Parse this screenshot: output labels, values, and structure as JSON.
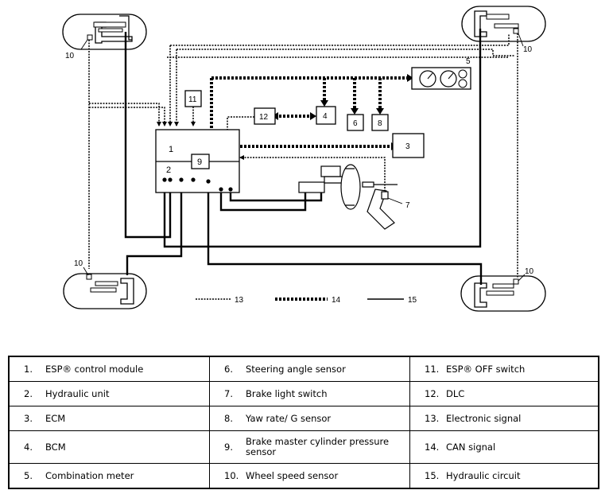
{
  "diagram": {
    "boxes": {
      "esp_module": "1",
      "hydraulic_unit": "2",
      "pressure_sensor": "9",
      "ecm": "3",
      "bcm": "4",
      "combination_meter": "5",
      "steering_sensor": "6",
      "yaw_sensor": "8",
      "off_switch": "11",
      "dlc": "12"
    },
    "callouts": {
      "wheel_sensor_fl": "10",
      "wheel_sensor_fr": "10",
      "wheel_sensor_rl": "10",
      "wheel_sensor_rr": "10",
      "brake_light_switch": "7"
    },
    "line_key": {
      "electronic": "13",
      "can": "14",
      "hydraulic": "15"
    }
  },
  "legend": {
    "rows": [
      [
        {
          "num": "1.",
          "label": "ESP® control module"
        },
        {
          "num": "6.",
          "label": "Steering angle sensor"
        },
        {
          "num": "11.",
          "label": "ESP® OFF switch"
        }
      ],
      [
        {
          "num": "2.",
          "label": "Hydraulic unit"
        },
        {
          "num": "7.",
          "label": "Brake light switch"
        },
        {
          "num": "12.",
          "label": "DLC"
        }
      ],
      [
        {
          "num": "3.",
          "label": "ECM"
        },
        {
          "num": "8.",
          "label": "Yaw rate/ G sensor"
        },
        {
          "num": "13.",
          "label": "Electronic signal"
        }
      ],
      [
        {
          "num": "4.",
          "label": "BCM"
        },
        {
          "num": "9.",
          "label": "Brake master cylinder pressure sensor"
        },
        {
          "num": "14.",
          "label": "CAN signal"
        }
      ],
      [
        {
          "num": "5.",
          "label": "Combination meter"
        },
        {
          "num": "10.",
          "label": "Wheel speed sensor"
        },
        {
          "num": "15.",
          "label": "Hydraulic circuit"
        }
      ]
    ]
  }
}
